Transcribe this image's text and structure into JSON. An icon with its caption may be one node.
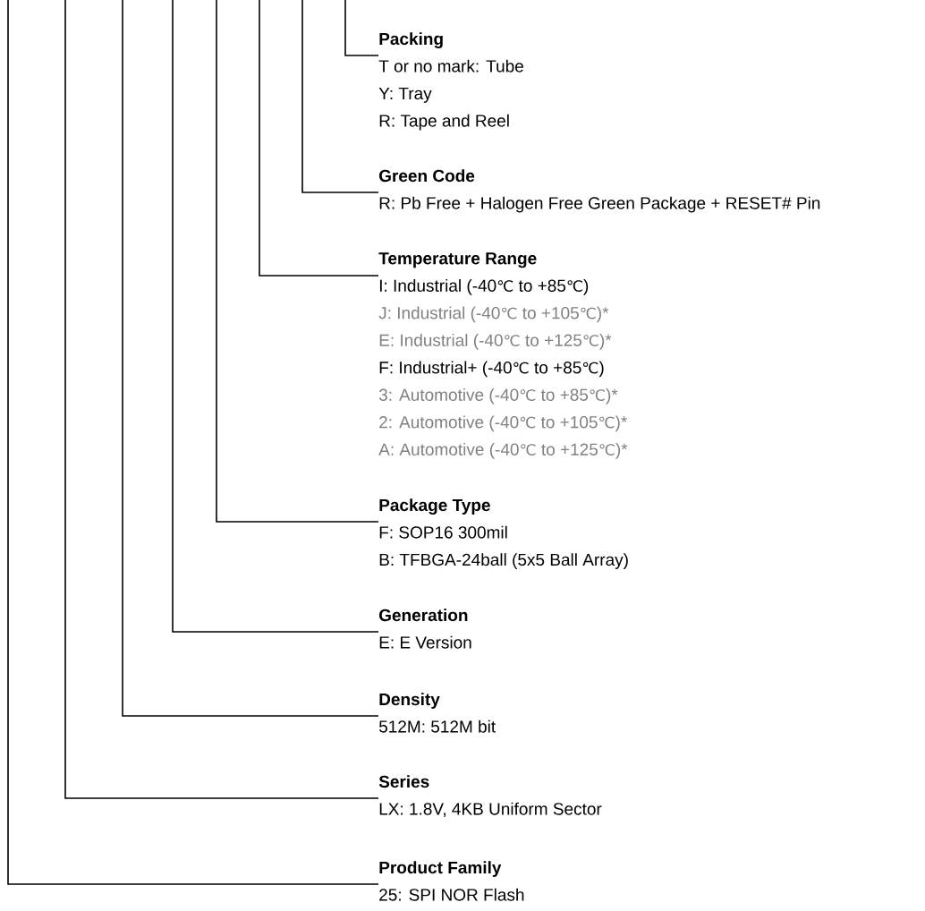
{
  "diagram": {
    "nodes": [
      {
        "text": [
          "Packing",
          "T or no mark: Tube",
          "Y: Tray",
          "R: Tape and Reel"
        ]
      },
      {
        "text": [
          "Green Code",
          "R: Pb Free + Halogen Free Green Package + RESET# Pin"
        ]
      },
      {
        "text": [
          "Temperature Range",
          "I: Industrial (-40℃ to +85℃)",
          "J: Industrial (-40℃ to +105℃)*",
          "E: Industrial (-40℃ to +125℃)*",
          "F: Industrial+ (-40℃ to +85℃)",
          "3: Automotive (-40℃ to +85℃)*",
          "2: Automotive (-40℃ to +105℃)*",
          "A: Automotive (-40℃ to +125℃)*"
        ]
      },
      {
        "text": [
          "Package Type",
          "F: SOP16 300mil",
          "B: TFBGA-24ball (5x5 Ball Array)"
        ]
      },
      {
        "text": [
          "Generation",
          "E: E Version"
        ]
      },
      {
        "text": [
          "Density",
          "512M: 512M bit"
        ]
      },
      {
        "text": [
          "Series",
          "LX: 1.8V, 4KB Uniform Sector"
        ]
      },
      {
        "text": [
          "Product Family",
          "25: SPI NOR Flash"
        ]
      }
    ],
    "edges": [
      {
        "from": null,
        "to": 0,
        "arrow": "none"
      },
      {
        "from": null,
        "to": 1,
        "arrow": "none"
      },
      {
        "from": null,
        "to": 2,
        "arrow": "none"
      },
      {
        "from": null,
        "to": 3,
        "arrow": "none"
      },
      {
        "from": null,
        "to": 4,
        "arrow": "none"
      },
      {
        "from": null,
        "to": 5,
        "arrow": "none"
      },
      {
        "from": null,
        "to": 6,
        "arrow": "none"
      },
      {
        "from": null,
        "to": 7,
        "arrow": "none"
      }
    ]
  }
}
